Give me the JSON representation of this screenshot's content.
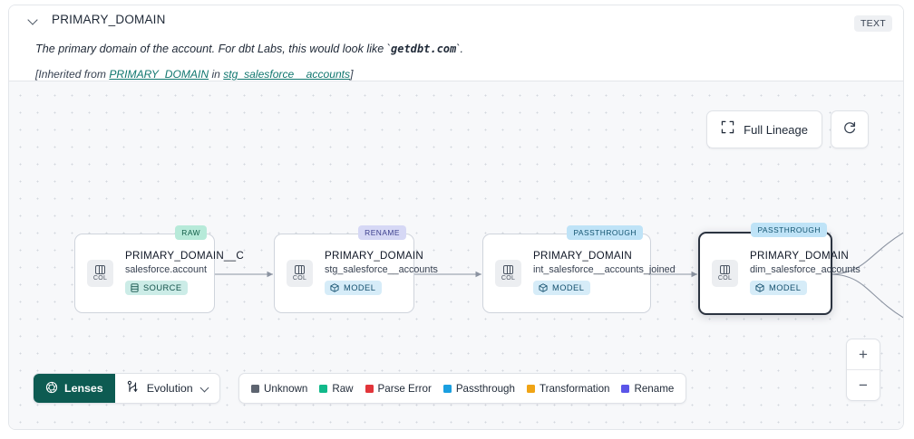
{
  "header": {
    "collapse_icon": "chevron-down-icon",
    "column_name": "PRIMARY_DOMAIN",
    "type_badge": "TEXT",
    "description_pre": "The primary domain of the account. For dbt Labs, this would look like `",
    "description_code": "getdbt.com",
    "description_post": "`.",
    "inherited_prefix": "[Inherited from ",
    "inherited_link": "PRIMARY_DOMAIN",
    "inherited_mid": " in ",
    "inherited_source": "stg_salesforce__accounts",
    "inherited_suffix": "]"
  },
  "toolbar": {
    "full_lineage_label": "Full Lineage",
    "full_lineage_icon": "expand-corners-icon",
    "refresh_icon": "refresh-icon"
  },
  "zoom_controls": {
    "zoom_in": "+",
    "zoom_out": "−"
  },
  "lineage": {
    "nodes": [
      {
        "tag": "RAW",
        "tag_type": "raw",
        "chip": "COL",
        "title": "PRIMARY_DOMAIN__C",
        "subtitle": "salesforce.account",
        "pill": "SOURCE",
        "pill_type": "source",
        "pill_icon": "database-icon",
        "selected": false
      },
      {
        "tag": "RENAME",
        "tag_type": "rename",
        "chip": "COL",
        "title": "PRIMARY_DOMAIN",
        "subtitle": "stg_salesforce__accounts",
        "pill": "MODEL",
        "pill_type": "model",
        "pill_icon": "cube-icon",
        "selected": false
      },
      {
        "tag": "PASSTHROUGH",
        "tag_type": "passthrough",
        "chip": "COL",
        "title": "PRIMARY_DOMAIN",
        "subtitle": "int_salesforce__accounts_joined",
        "pill": "MODEL",
        "pill_type": "model",
        "pill_icon": "cube-icon",
        "selected": false
      },
      {
        "tag": "PASSTHROUGH",
        "tag_type": "passthrough",
        "chip": "COL",
        "title": "PRIMARY_DOMAIN",
        "subtitle": "dim_salesforce_accounts",
        "pill": "MODEL",
        "pill_type": "model",
        "pill_icon": "cube-icon",
        "selected": true
      }
    ]
  },
  "bottom_bar": {
    "lenses_label": "Lenses",
    "lenses_icon": "aperture-icon",
    "evolution_label": "Evolution",
    "evolution_icon": "evolution-icon",
    "evolution_caret": "chevron-down-icon",
    "legend": [
      {
        "label": "Unknown",
        "color": "#5d6470"
      },
      {
        "label": "Raw",
        "color": "#11b98a"
      },
      {
        "label": "Parse Error",
        "color": "#e2353a"
      },
      {
        "label": "Passthrough",
        "color": "#1a9fe0"
      },
      {
        "label": "Transformation",
        "color": "#f0a415"
      },
      {
        "label": "Rename",
        "color": "#5b55e8"
      }
    ]
  }
}
